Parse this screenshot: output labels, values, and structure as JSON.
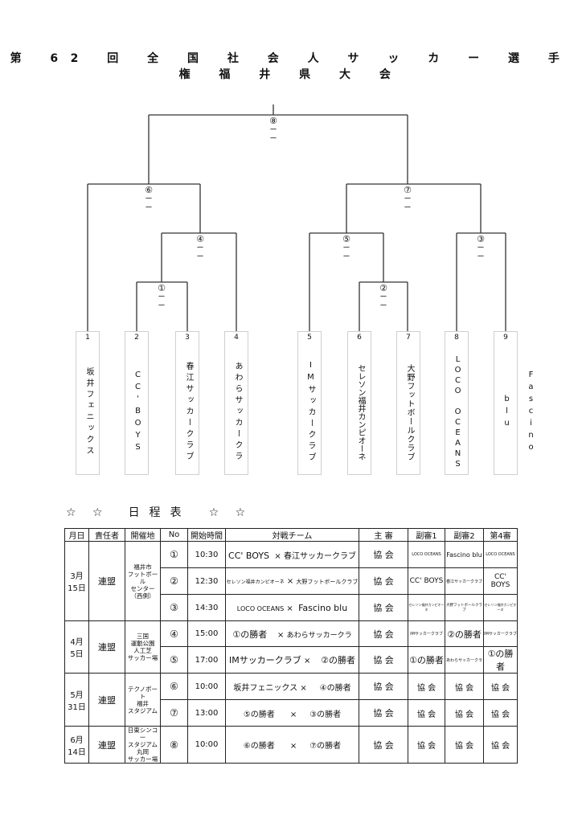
{
  "title": "第 62 回 全 国 社 会 人 サ ッ カ ー 選 手 権 福 井 県 大 会",
  "bracket": {
    "matches": [
      {
        "no": "①",
        "score1": "ー",
        "score2": "ー"
      },
      {
        "no": "②",
        "score1": "ー",
        "score2": "ー"
      },
      {
        "no": "③",
        "score1": "ー",
        "score2": "ー"
      },
      {
        "no": "④",
        "score1": "ー",
        "score2": "ー"
      },
      {
        "no": "⑤",
        "score1": "ー",
        "score2": "ー"
      },
      {
        "no": "⑥",
        "score1": "ー",
        "score2": "ー"
      },
      {
        "no": "⑦",
        "score1": "ー",
        "score2": "ー"
      },
      {
        "no": "⑧",
        "score1": "ー",
        "score2": "ー"
      }
    ],
    "teams": [
      {
        "no": "1",
        "name": "坂井フェニックス"
      },
      {
        "no": "2",
        "name": "CC'BOYS"
      },
      {
        "no": "3",
        "name": "春江サッカークラブ"
      },
      {
        "no": "4",
        "name": "あわらサッカークラ"
      },
      {
        "no": "5",
        "name": "IMサッカークラブ"
      },
      {
        "no": "6",
        "name": "セレソン福井カンピオーネ"
      },
      {
        "no": "7",
        "name": "大野フットボールクラブ"
      },
      {
        "no": "8",
        "name": "LOCO OCEANS"
      },
      {
        "no": "9",
        "name": "Fascino blu"
      }
    ]
  },
  "schedule": {
    "stars_left": "☆ ☆",
    "heading": "日程表",
    "stars_right": "☆ ☆",
    "headers": [
      "月日",
      "責任者",
      "開催地",
      "No",
      "開始時間",
      "対戦チーム",
      "主 審",
      "副審1",
      "副審2",
      "第4審"
    ],
    "days": [
      {
        "date_month": "3月",
        "date_day": "15日",
        "manager": "連盟",
        "venue": [
          "福井市",
          "フットボール",
          "センター",
          "（西側）"
        ],
        "matches": [
          {
            "no": "①",
            "time": "10:30",
            "team1": "CC' BOYS",
            "vs": "×",
            "team2": "春江サッカークラブ",
            "referee": "協 会",
            "ar1": "LOCO OCEANS",
            "ar2": "Fascino blu",
            "fourth": "LOCO OCEANS"
          },
          {
            "no": "②",
            "time": "12:30",
            "team1": "セレソン福井カンピオーネ",
            "vs": "×",
            "team2": "大野フットボールクラブ",
            "referee": "協 会",
            "ar1": "CC' BOYS",
            "ar2": "春江サッカークラブ",
            "fourth": "CC' BOYS"
          },
          {
            "no": "③",
            "time": "14:30",
            "team1": "LOCO OCEANS",
            "vs": "×",
            "team2": "Fascino blu",
            "referee": "協 会",
            "ar1": "セレソン福井カンピオーネ",
            "ar2": "大野フットボールクラブ",
            "fourth": "セレソン福井カンピオーネ"
          }
        ]
      },
      {
        "date_month": "4月",
        "date_day": "5日",
        "manager": "連盟",
        "venue": [
          "三国",
          "運動公園",
          "人工芝",
          "サッカー場"
        ],
        "matches": [
          {
            "no": "④",
            "time": "15:00",
            "team1": "①の勝者",
            "vs": "×",
            "team2": "あわらサッカークラ",
            "referee": "協 会",
            "ar1": "IMサッカークラブ",
            "ar2": "②の勝者",
            "fourth": "IMサッカークラブ"
          },
          {
            "no": "⑤",
            "time": "17:00",
            "team1": "IMサッカークラブ",
            "vs": "×",
            "team2": "②の勝者",
            "referee": "協 会",
            "ar1": "①の勝者",
            "ar2": "あわらサッカークラ",
            "fourth": "①の勝者"
          }
        ]
      },
      {
        "date_month": "5月",
        "date_day": "31日",
        "manager": "連盟",
        "venue": [
          "テクノポート",
          "福井",
          "スタジアム"
        ],
        "matches": [
          {
            "no": "⑥",
            "time": "10:00",
            "team1": "坂井フェニックス",
            "vs": "×",
            "team2": "④の勝者",
            "referee": "協 会",
            "ar1": "協 会",
            "ar2": "協 会",
            "fourth": "協 会"
          },
          {
            "no": "⑦",
            "time": "13:00",
            "team1": "⑤の勝者",
            "vs": "×",
            "team2": "③の勝者",
            "referee": "協 会",
            "ar1": "協 会",
            "ar2": "協 会",
            "fourth": "協 会"
          }
        ]
      },
      {
        "date_month": "6月",
        "date_day": "14日",
        "manager": "連盟",
        "venue": [
          "日東シンコー",
          "スタジアム",
          "丸岡",
          "サッカー場"
        ],
        "matches": [
          {
            "no": "⑧",
            "time": "10:00",
            "team1": "⑥の勝者",
            "vs": "×",
            "team2": "⑦の勝者",
            "referee": "協 会",
            "ar1": "協 会",
            "ar2": "協 会",
            "fourth": "協 会"
          }
        ]
      }
    ]
  }
}
